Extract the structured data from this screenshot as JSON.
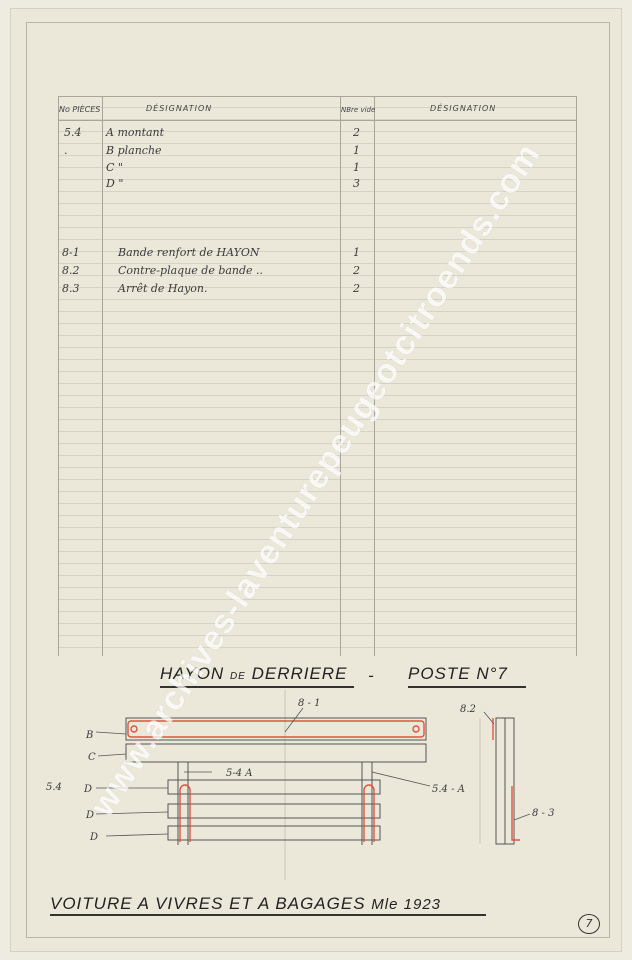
{
  "table": {
    "headers": {
      "pieces": "No PIÈCES",
      "designation_left": "DÉSIGNATION",
      "nb": "NBre vide",
      "designation_right": "DÉSIGNATION"
    },
    "rows": [
      {
        "piece": "5.4",
        "desc": "A montant",
        "nb": "2"
      },
      {
        "piece": ".",
        "desc": "B planche",
        "nb": "1"
      },
      {
        "piece": "",
        "desc": "C \"",
        "nb": "1"
      },
      {
        "piece": "",
        "desc": "D \"",
        "nb": "3"
      },
      {
        "piece": "8-1",
        "desc": "Bande renfort de HAYON",
        "nb": "1"
      },
      {
        "piece": "8.2",
        "desc": "Contre-plaque de bande ..",
        "nb": "2"
      },
      {
        "piece": "8.3",
        "desc": "Arrêt de Hayon.",
        "nb": "2"
      }
    ]
  },
  "drawing": {
    "title_main": "HAYON",
    "title_de": "DE",
    "title_rest": "DERRIERE",
    "dash": "-",
    "poste": "POSTE N°7",
    "labels": {
      "b": "B",
      "c": "C",
      "d1": "D",
      "d2": "D",
      "d3": "D",
      "s54_left": "5.4",
      "s54_mid": "5-4  A",
      "s54_right": "5.4 - A",
      "s81": "8 - 1",
      "s82": "8.2",
      "s83": "8 - 3"
    }
  },
  "footer": {
    "title": "VOITURE A VIVRES ET A BAGAGES",
    "model": "Mle 1923",
    "page_number": "7"
  },
  "watermark": "www.archives-laventurepeugeotcitroends.com",
  "colors": {
    "paper": "#ebe8da",
    "ink": "#333333",
    "red": "#e0533f"
  }
}
